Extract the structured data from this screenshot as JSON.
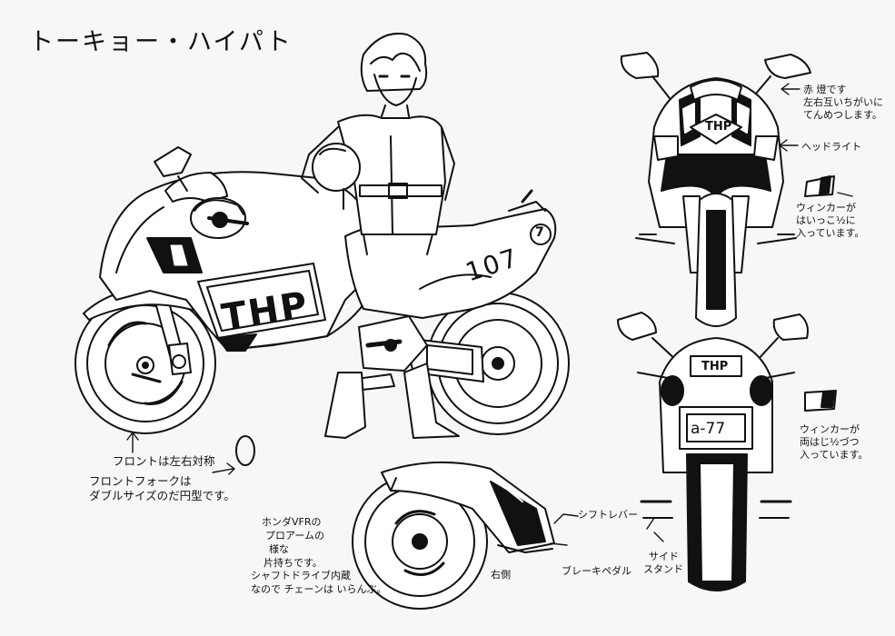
{
  "title": "トーキョー・ハイパト",
  "emblem": "THP",
  "number": "107",
  "fairing_number": "7",
  "plate": "a-77",
  "symbol_zero": "0",
  "colors": {
    "line": "#111111",
    "paper": "#f7f7f5",
    "fill": "#ffffff"
  },
  "notes": {
    "red_lamp": [
      "赤 燈です",
      "左右互いちがいに",
      "てんめつします。"
    ],
    "headlight": "ヘッドライト",
    "winker_front": [
      "ウィンカーが",
      "はいっこ½に",
      "入っています。"
    ],
    "winker_rear": [
      "ウィンカーが",
      "両はじ½づつ",
      "入っています。"
    ],
    "front_symmetric": "フロントは左右対称",
    "front_fork": [
      "フロントフォークは",
      "ダブルサイズのだ円型です。"
    ],
    "swingarm": [
      "ホンダVFRの",
      "プロアームの",
      "様な",
      "片持ちです。",
      "シャフトドライブ内蔵",
      "なので チェーンは いらんぶ。"
    ],
    "shift_lever": "シフトレバー",
    "right_side": "右側",
    "brake_pedal": "ブレーキペダル",
    "side_stand": [
      "サイド",
      "スタンド"
    ]
  }
}
